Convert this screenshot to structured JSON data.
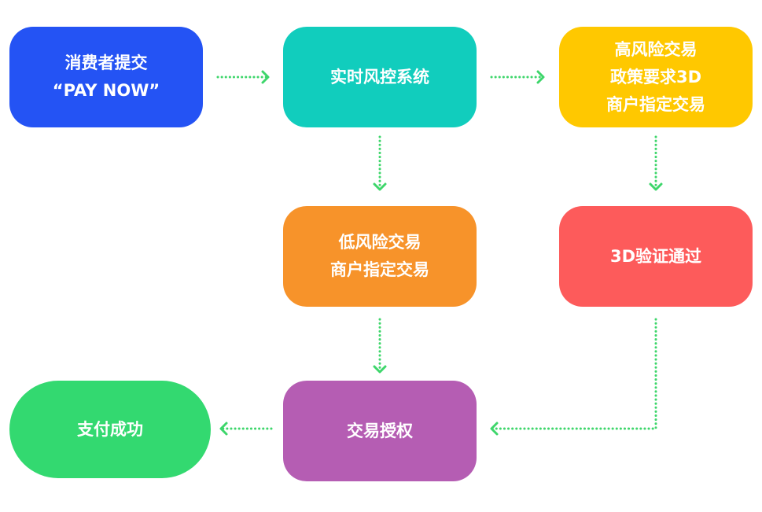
{
  "nodes": {
    "submit": {
      "lines": [
        "消费者提交",
        "“PAY NOW”"
      ],
      "color": "#2453f4"
    },
    "risk": {
      "lines": [
        "实时风控系统"
      ],
      "color": "#11cdbd"
    },
    "high_risk": {
      "lines": [
        "高风险交易",
        "政策要求3D",
        "商户指定交易"
      ],
      "color": "#ffc800"
    },
    "low_risk": {
      "lines": [
        "低风险交易",
        "商户指定交易"
      ],
      "color": "#f7932a"
    },
    "verify_3d": {
      "lines": [
        "3D验证通过"
      ],
      "color": "#fd5b5b"
    },
    "authorize": {
      "lines": [
        "交易授权"
      ],
      "color": "#b55db3"
    },
    "success": {
      "lines": [
        "支付成功"
      ],
      "color": "#33d970"
    }
  },
  "connector_color": "#3ed66b"
}
